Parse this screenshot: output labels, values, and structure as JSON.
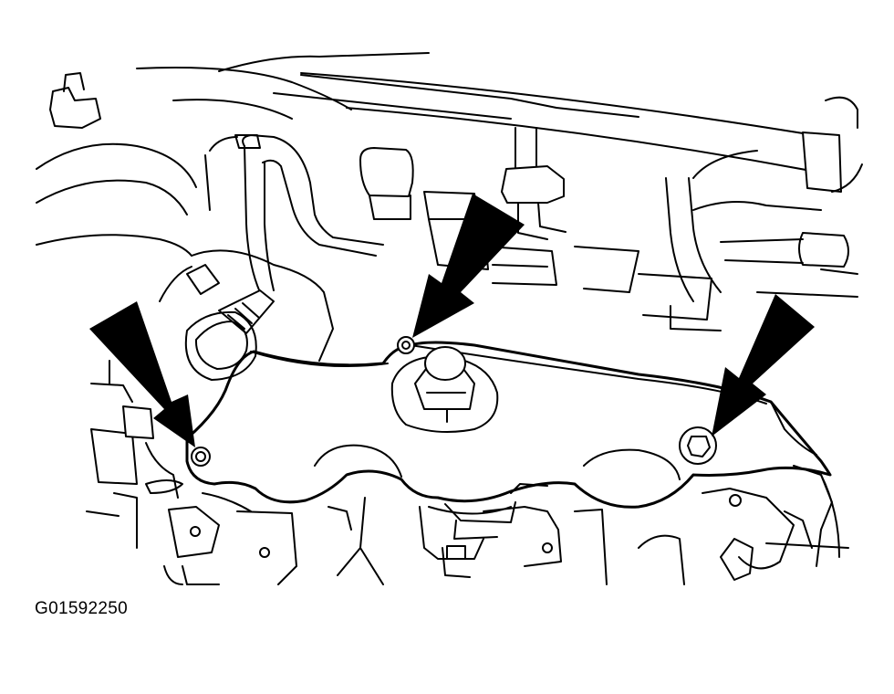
{
  "figure": {
    "id_label": "G01592250"
  },
  "colors": {
    "ink": "#000000",
    "paper": "#ffffff"
  },
  "callouts": [
    {
      "name": "left-bolt-arrow",
      "target": "left-heat-shield-bolt"
    },
    {
      "name": "center-bolt-arrow",
      "target": "center-heat-shield-bolt"
    },
    {
      "name": "right-bolt-arrow",
      "target": "right-heat-shield-bolt"
    }
  ]
}
